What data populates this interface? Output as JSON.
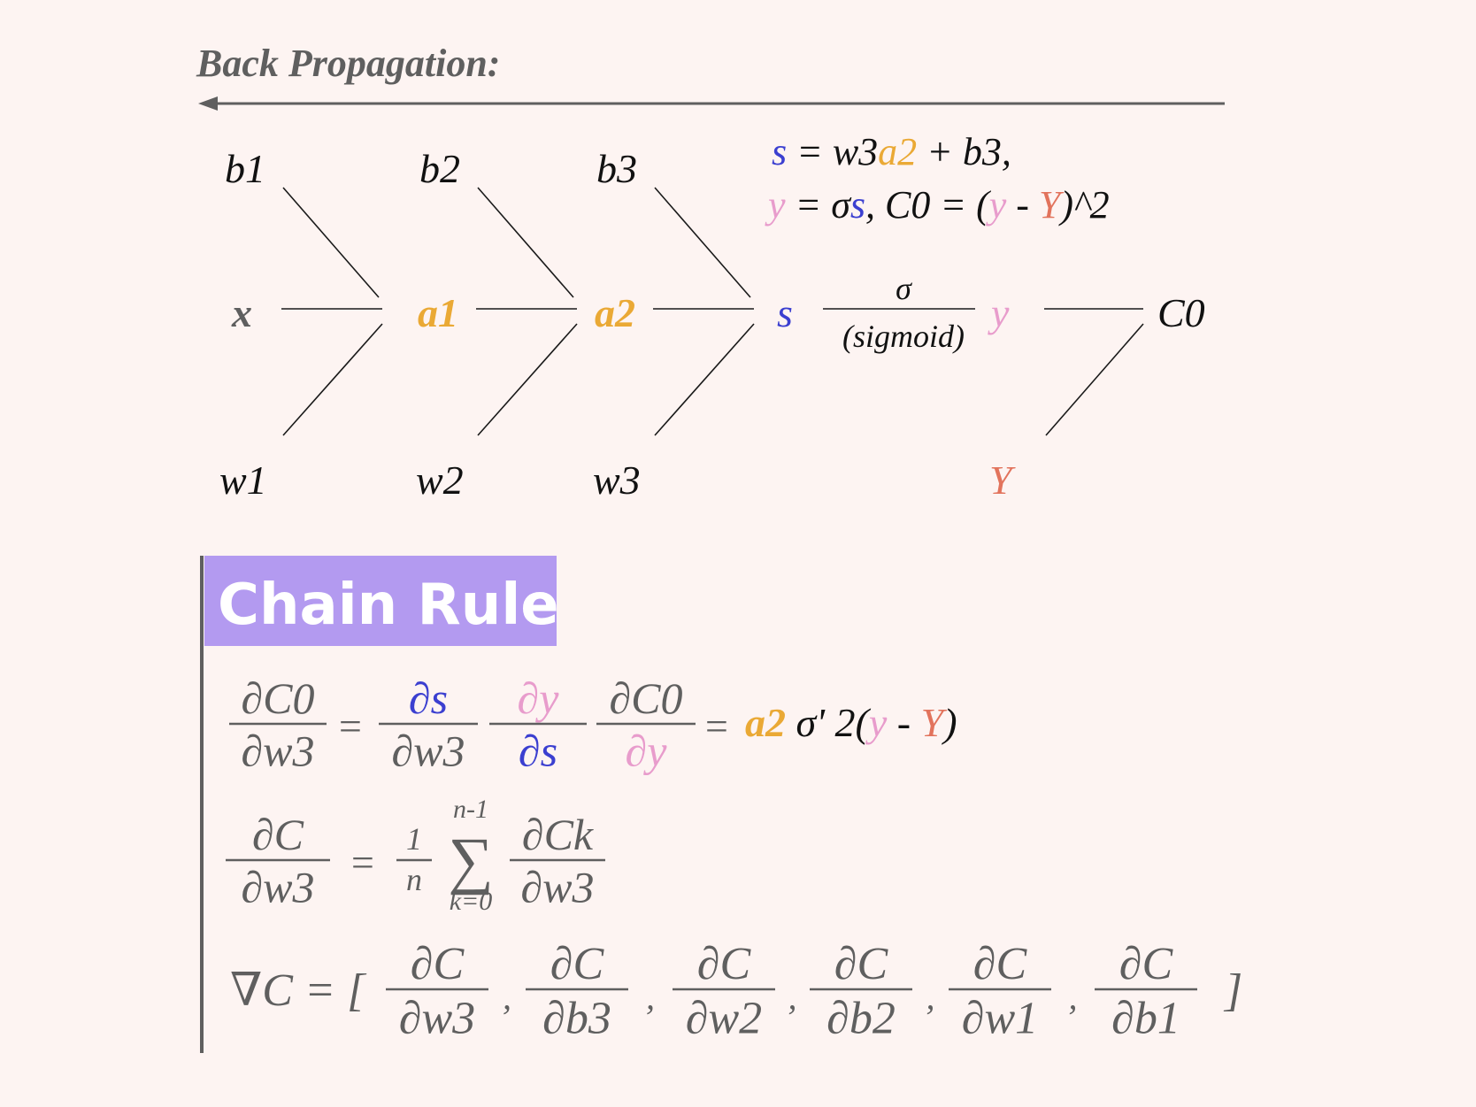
{
  "title": "Back Propagation:",
  "colors": {
    "background": "#fdf4f2",
    "black": "#111111",
    "gray": "#5f5f5f",
    "blue": "#3b3fd0",
    "orange": "#eaa935",
    "pink": "#e89ccc",
    "red": "#e2735c",
    "purple": "#b39af0",
    "white": "#ffffff"
  },
  "diagram": {
    "biases": [
      "b1",
      "b2",
      "b3"
    ],
    "weights": [
      "w1",
      "w2",
      "w3"
    ],
    "input": "x",
    "activations": [
      "a1",
      "a2"
    ],
    "s": "s",
    "sigma": "σ",
    "sigmoid_label": "(sigmoid)",
    "y": "y",
    "target": "Y",
    "cost": "C0"
  },
  "definitions": {
    "line1": [
      {
        "t": "s",
        "c": "blue"
      },
      {
        "t": " = w3",
        "c": "black"
      },
      {
        "t": "a2",
        "c": "orange"
      },
      {
        "t": " + b3,",
        "c": "black"
      }
    ],
    "line2": [
      {
        "t": "y",
        "c": "pink"
      },
      {
        "t": " = σ",
        "c": "black"
      },
      {
        "t": "s",
        "c": "blue"
      },
      {
        "t": ", C0 = (",
        "c": "black"
      },
      {
        "t": "y",
        "c": "pink"
      },
      {
        "t": " - ",
        "c": "black"
      },
      {
        "t": "Y",
        "c": "red"
      },
      {
        "t": ")^2",
        "c": "black"
      }
    ]
  },
  "chain_rule": {
    "header": "Chain Rule",
    "eq1": {
      "lhs_num": "∂C0",
      "lhs_den": "∂w3",
      "f1_num": "∂s",
      "f1_den": "∂w3",
      "f2_num": "∂y",
      "f2_den": "∂s",
      "f3_num": "∂C0",
      "f3_den": "∂y",
      "rhs": [
        {
          "t": "a2",
          "c": "orange"
        },
        {
          "t": " σ' 2(",
          "c": "black"
        },
        {
          "t": "y",
          "c": "pink"
        },
        {
          "t": " - ",
          "c": "black"
        },
        {
          "t": "Y",
          "c": "red"
        },
        {
          "t": ")",
          "c": "black"
        }
      ]
    },
    "eq2": {
      "lhs_num": "∂C",
      "lhs_den": "∂w3",
      "frac_num": "1",
      "frac_den": "n",
      "sum_upper": "n-1",
      "sum_symbol": "∑",
      "sum_lower": "k=0",
      "term_num": "∂Ck",
      "term_den": "∂w3"
    },
    "eq3": {
      "lhs": "∇C = [",
      "close": "]",
      "terms": [
        {
          "num": "∂C",
          "den": "∂w3"
        },
        {
          "num": "∂C",
          "den": "∂b3"
        },
        {
          "num": "∂C",
          "den": "∂w2"
        },
        {
          "num": "∂C",
          "den": "∂b2"
        },
        {
          "num": "∂C",
          "den": "∂w1"
        },
        {
          "num": "∂C",
          "den": "∂b1"
        }
      ]
    }
  }
}
